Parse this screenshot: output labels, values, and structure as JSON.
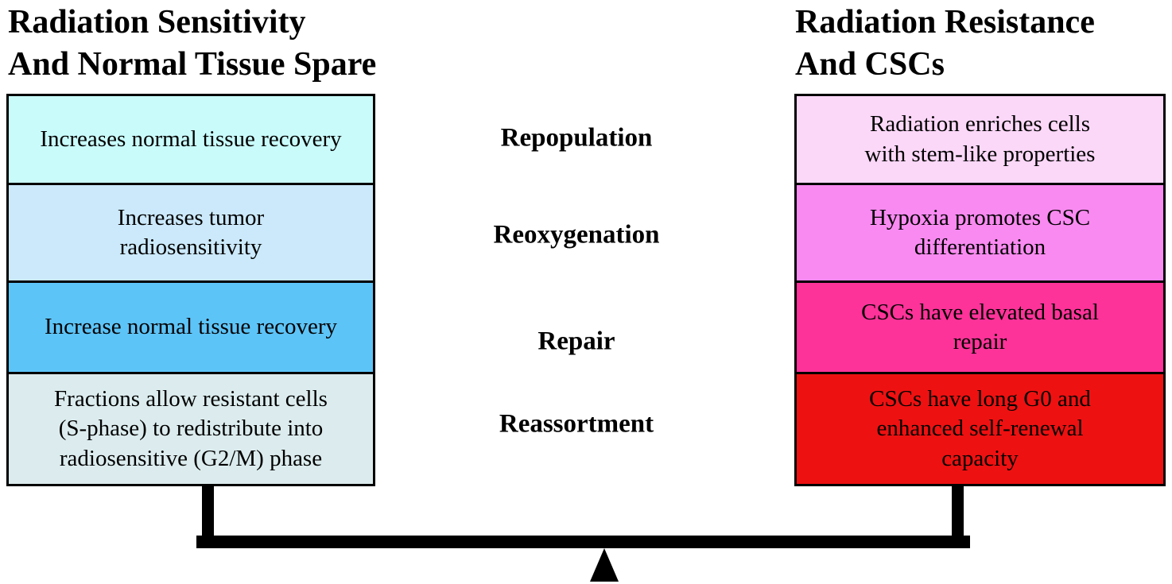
{
  "figure": {
    "background": "#ffffff",
    "line_color": "#000000",
    "text_color": "#000000"
  },
  "columns": {
    "left": {
      "title": "Radiation Sensitivity\nAnd Normal Tissue Spare",
      "rows": [
        {
          "text": "Increases normal tissue recovery",
          "bg": "#c9fbfb"
        },
        {
          "text": "Increases tumor\nradiosensitivity",
          "bg": "#cbe9fb"
        },
        {
          "text": "Increase normal tissue recovery",
          "bg": "#5dc4f8"
        },
        {
          "text": "Fractions allow resistant cells\n(S-phase) to redistribute into\nradiosensitive (G2/M) phase",
          "bg": "#dcecee"
        }
      ]
    },
    "right": {
      "title": "Radiation Resistance\nAnd CSCs",
      "rows": [
        {
          "text": "Radiation enriches cells\nwith stem-like properties",
          "bg": "#fbd7f8"
        },
        {
          "text": "Hypoxia promotes CSC\ndifferentiation",
          "bg": "#f98af1"
        },
        {
          "text": "CSCs have elevated basal\nrepair",
          "bg": "#fd3399"
        },
        {
          "text": "CSCs have long G0 and\nenhanced self-renewal\ncapacity",
          "bg": "#ee1111"
        }
      ]
    }
  },
  "center_labels": [
    "Repopulation",
    "Reoxygenation",
    "Repair",
    "Reassortment"
  ]
}
